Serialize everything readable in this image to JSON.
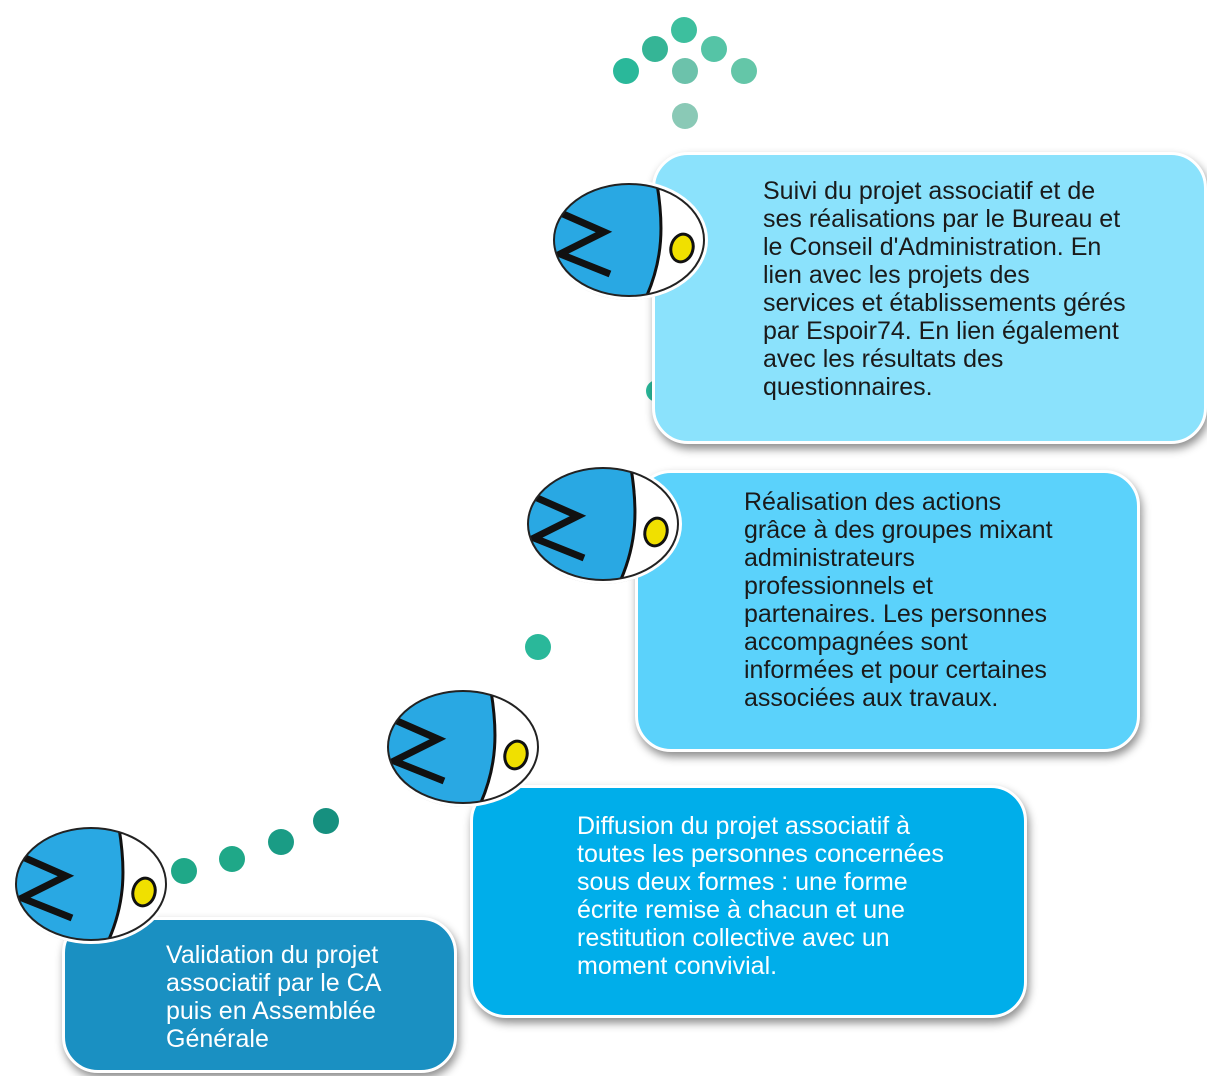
{
  "steps": [
    {
      "text": "Validation du projet\nassociatif par le CA\npuis en Assemblée\nGénérale"
    },
    {
      "text": "Diffusion du projet associatif à\ntoutes les personnes concernées\nsous deux formes : une forme\nécrite remise à chacun et une\nrestitution collective avec un\nmoment convivial."
    },
    {
      "text": "Réalisation des actions\ngrâce à des groupes mixant\nadministrateurs\nprofessionnels et\npartenaires. Les personnes\naccompagnées sont\ninformées et pour certaines\nassociées aux travaux."
    },
    {
      "text": "Suivi du projet associatif et de\nses réalisations par le Bureau et\nle Conseil d'Administration. En\nlien avec les projets des\nservices et établissements gérés\npar Espoir74. En lien également\navec les résultats des\nquestionnaires."
    }
  ],
  "colors": {
    "step1": "#1a90c2",
    "step2": "#00aeea",
    "step3": "#5bd2fb",
    "step4": "#8be2fc",
    "dots_dark": "#16907f",
    "dots_mid": "#2ab89a",
    "dots_light": "#8ac9b6",
    "bird": "#29a8e3",
    "eye": "#f0e000"
  }
}
